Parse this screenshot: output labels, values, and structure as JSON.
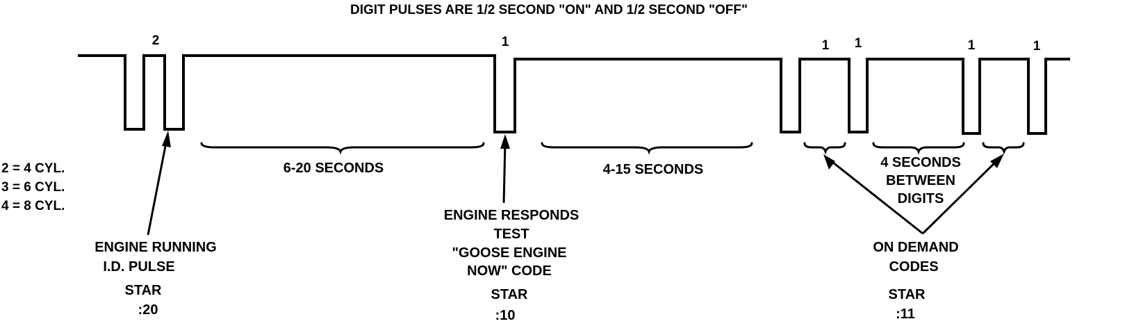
{
  "title": "DIGIT PULSES ARE 1/2 SECOND \"ON\" AND 1/2 SECOND \"OFF\"",
  "digits": {
    "d1": "2",
    "d2": "1",
    "d3": "1",
    "d4": "1",
    "d5": "1",
    "d6": "1"
  },
  "cylinder_legend": {
    "line1": "2 = 4 CYL.",
    "line2": "3 = 6 CYL.",
    "line3": "4 = 8 CYL."
  },
  "intervals": {
    "first": "6-20 SECONDS",
    "second": "4-15 SECONDS",
    "between": {
      "line1": "4 SECONDS",
      "line2": "BETWEEN",
      "line3": "DIGITS"
    }
  },
  "events": {
    "engine_running": {
      "line1": "ENGINE RUNNING",
      "line2": "I.D.  PULSE",
      "star": "STAR",
      "code": ":20"
    },
    "engine_responds": {
      "line1": "ENGINE RESPONDS",
      "line2": "TEST",
      "line3": "\"GOOSE ENGINE",
      "line4": "NOW\" CODE",
      "star": "STAR",
      "code": ":10"
    },
    "on_demand": {
      "line1": "ON DEMAND",
      "line2": "CODES",
      "star": "STAR",
      "code": ":11"
    }
  }
}
